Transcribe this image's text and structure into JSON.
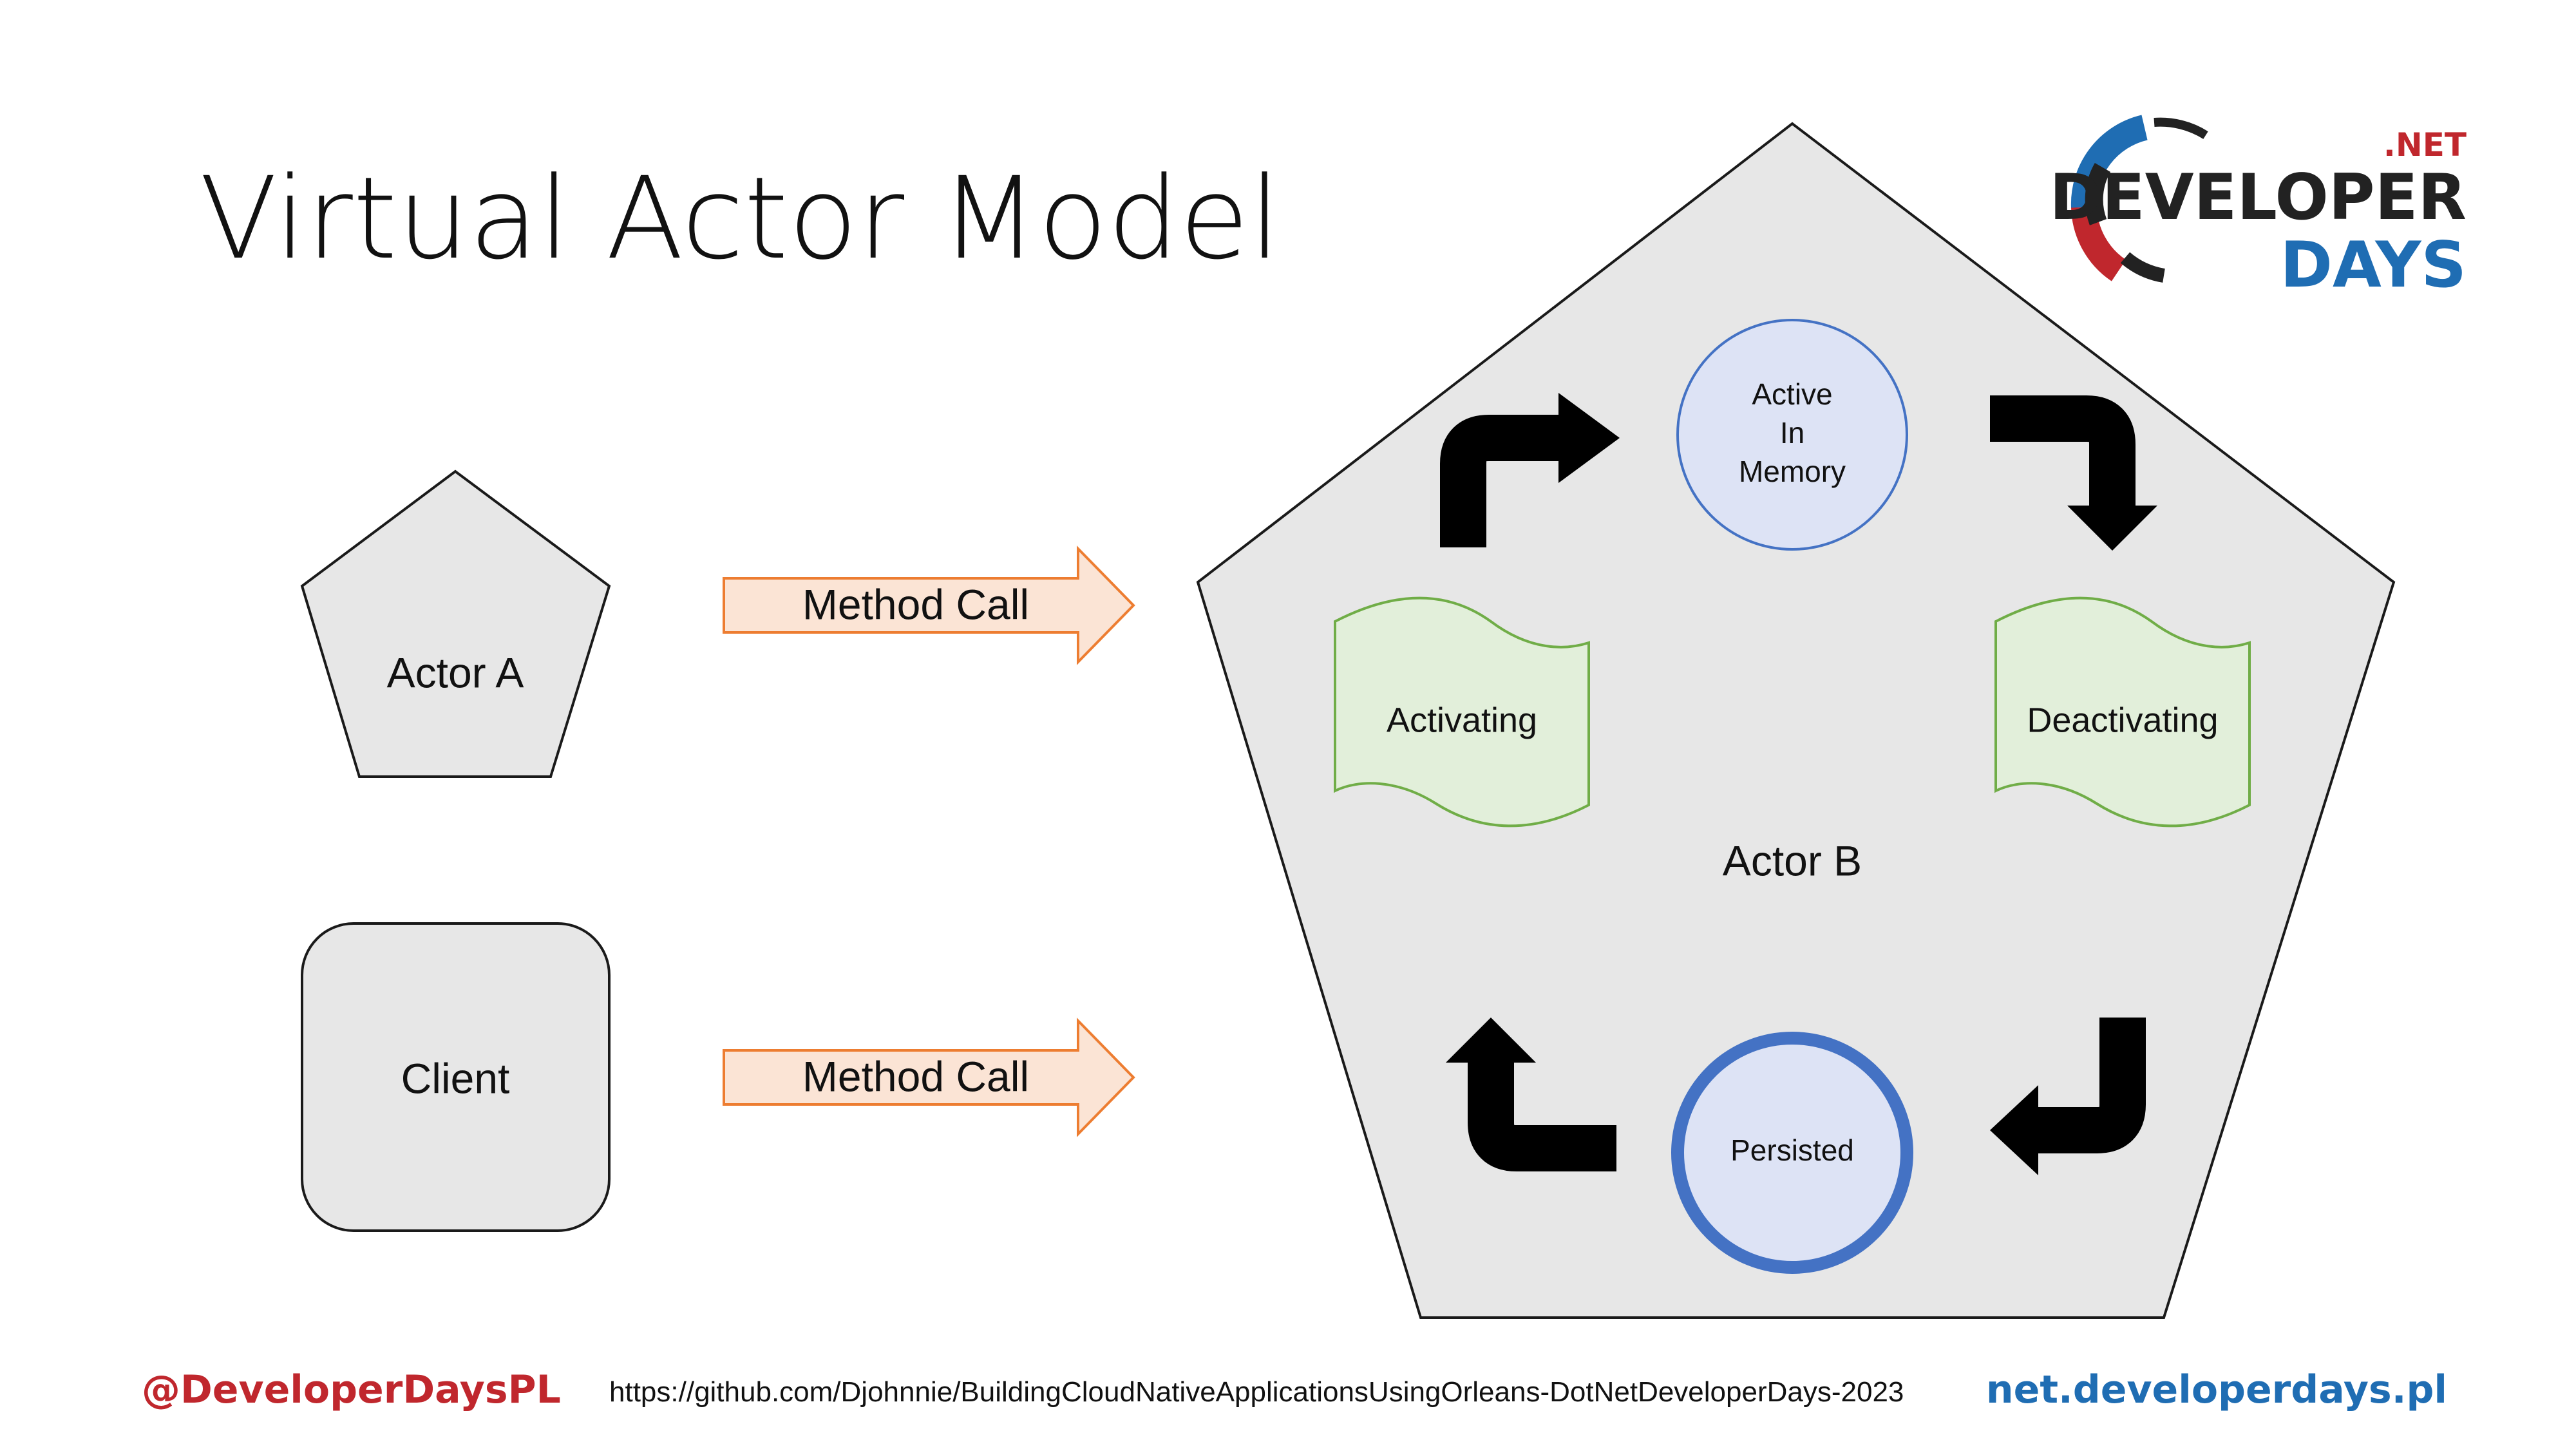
{
  "slide": {
    "title": "Virtual Actor Model"
  },
  "logo": {
    "net_label": ".NET",
    "developer_label": "DEVELOPER",
    "days_label": "DAYS"
  },
  "left_panel": {
    "actor_a_label": "Actor A",
    "client_label": "Client",
    "arrow_top_label": "Method Call",
    "arrow_bottom_label": "Method Call"
  },
  "actor_b": {
    "label": "Actor B",
    "states": {
      "active_line1": "Active",
      "active_line2": "In",
      "active_line3": "Memory",
      "activating": "Activating",
      "deactivating": "Deactivating",
      "persisted": "Persisted"
    }
  },
  "footer": {
    "handle": "@DeveloperDaysPL",
    "repo_url": "https://github.com/Djohnnie/BuildingCloudNativeApplicationsUsingOrleans-DotNetDeveloperDays-2023",
    "site": "net.developerdays.pl"
  },
  "colors": {
    "shape_fill": "#e7e7e7",
    "arrow_fill": "#fbe4d5",
    "arrow_stroke": "#ed7d31",
    "state_circle_fill": "#dde3f5",
    "state_circle_stroke": "#4472c4",
    "wave_fill": "#e2efda",
    "wave_stroke": "#70ad47",
    "brand_red": "#c0272d",
    "brand_blue": "#1f6db3"
  }
}
